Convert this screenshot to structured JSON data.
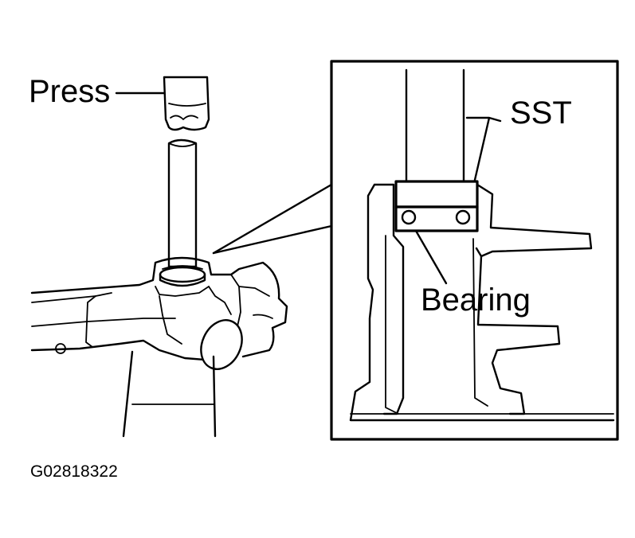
{
  "labels": {
    "press": "Press",
    "sst": "SST",
    "bearing": "Bearing",
    "figure_code": "G02818322"
  }
}
